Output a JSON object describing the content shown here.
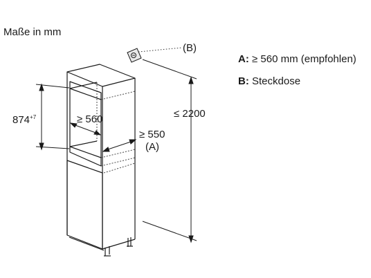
{
  "header": {
    "title": "Maße in mm"
  },
  "legend": [
    {
      "key": "A:",
      "text": "≥ 560 mm (empfohlen)"
    },
    {
      "key": "B:",
      "text": "Steckdose"
    }
  ],
  "dimensions": {
    "niche_height": "874",
    "niche_height_tolerance": "+7",
    "niche_width": "≥ 560",
    "niche_depth": "≥ 550",
    "niche_depth_ref": "(A)",
    "total_height": "≤ 2200",
    "socket_ref": "(B)"
  },
  "colors": {
    "line": "#1a1a1a",
    "dashed": "#333333"
  }
}
